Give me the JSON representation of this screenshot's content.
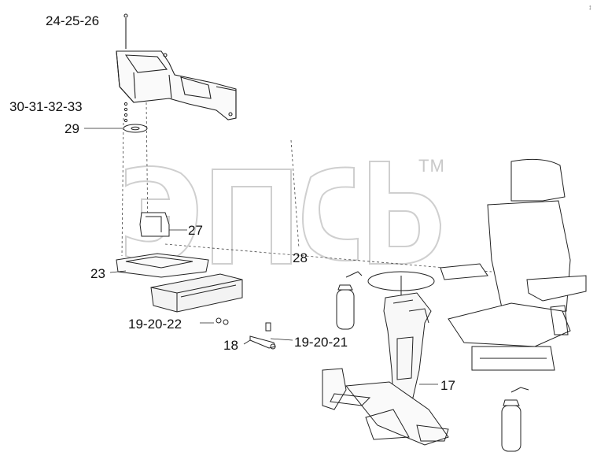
{
  "watermark": {
    "text": "эпсь",
    "tm": "TM",
    "color": "#c8c8c8"
  },
  "labels": [
    {
      "id": "lbl-24-25-26",
      "text": "24-25-26"
    },
    {
      "id": "lbl-30-31-32-33",
      "text": "30-31-32-33"
    },
    {
      "id": "lbl-29",
      "text": "29"
    },
    {
      "id": "lbl-27",
      "text": "27"
    },
    {
      "id": "lbl-28",
      "text": "28"
    },
    {
      "id": "lbl-23",
      "text": "23"
    },
    {
      "id": "lbl-19-20-22",
      "text": "19-20-22"
    },
    {
      "id": "lbl-18",
      "text": "18"
    },
    {
      "id": "lbl-19-20-21",
      "text": "19-20-21"
    },
    {
      "id": "lbl-17",
      "text": "17"
    }
  ],
  "parts": [
    "console-housing",
    "mounting-plate",
    "bracket",
    "base-frame",
    "battery-box",
    "bolt-set",
    "link-rod",
    "steering-column",
    "steering-wheel",
    "pedal-assembly",
    "seat",
    "fire-extinguisher"
  ]
}
